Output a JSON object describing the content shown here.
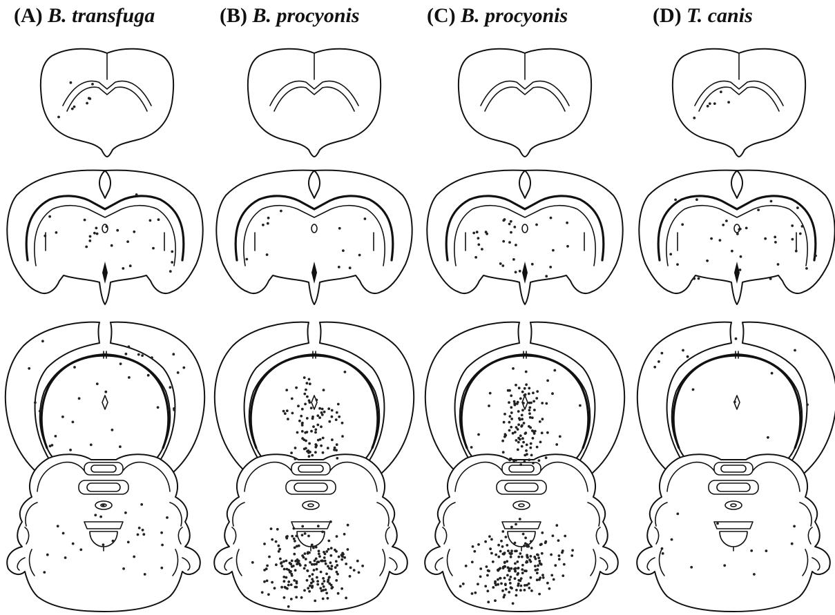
{
  "panels": [
    {
      "letter": "(A)",
      "species": "B. transfuga",
      "density": [
        [
          8,
          0,
          0
        ],
        [
          10,
          14,
          0
        ],
        [
          22,
          10,
          0
        ],
        [
          26,
          0,
          0
        ]
      ]
    },
    {
      "letter": "(B)",
      "species": "B. procyonis",
      "density": [
        [
          0,
          0,
          0
        ],
        [
          4,
          8,
          0
        ],
        [
          0,
          0,
          90
        ],
        [
          0,
          18,
          180
        ]
      ]
    },
    {
      "letter": "(C)",
      "species": "B. procyonis",
      "density": [
        [
          0,
          0,
          0
        ],
        [
          6,
          24,
          0
        ],
        [
          0,
          6,
          110
        ],
        [
          0,
          18,
          170
        ]
      ]
    },
    {
      "letter": "(D)",
      "species": "T. canis",
      "density": [
        [
          6,
          0,
          0
        ],
        [
          26,
          8,
          0
        ],
        [
          10,
          2,
          0
        ],
        [
          10,
          2,
          0
        ]
      ]
    }
  ]
}
